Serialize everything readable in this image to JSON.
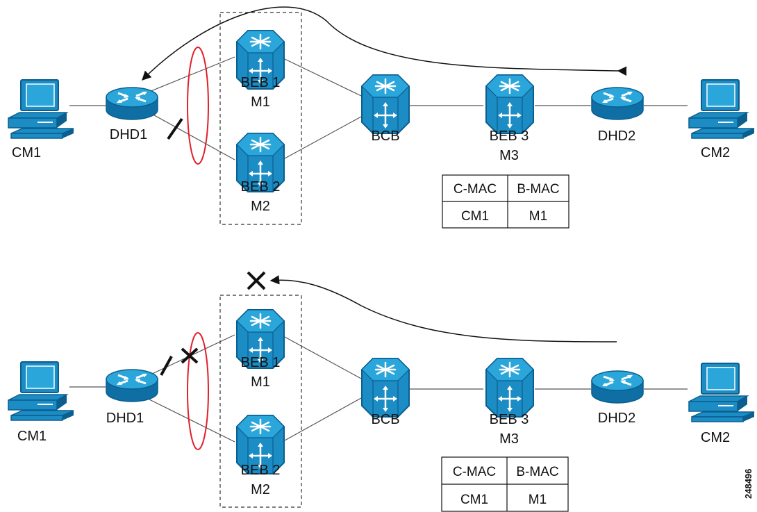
{
  "diagram": {
    "figure_id": "248496",
    "panels": [
      {
        "id": "top",
        "labels": {
          "cm1": "CM1",
          "dhd1": "DHD1",
          "beb1_name": "BEB 1",
          "beb1_mac": "M1",
          "beb2_name": "BEB 2",
          "beb2_mac": "M2",
          "bcb": "BCB",
          "beb3_name": "BEB 3",
          "beb3_mac": "M3",
          "dhd2": "DHD2",
          "cm2": "CM2"
        },
        "table": {
          "headers": [
            "C-MAC",
            "B-MAC"
          ],
          "row": [
            "CM1",
            "M1"
          ]
        }
      },
      {
        "id": "bottom",
        "labels": {
          "cm1": "CM1",
          "dhd1": "DHD1",
          "beb1_name": "BEB 1",
          "beb1_mac": "M1",
          "beb2_name": "BEB 2",
          "beb2_mac": "M2",
          "bcb": "BCB",
          "beb3_name": "BEB 3",
          "beb3_mac": "M3",
          "dhd2": "DHD2",
          "cm2": "CM2"
        },
        "table": {
          "headers": [
            "C-MAC",
            "B-MAC"
          ],
          "row": [
            "CM1",
            "M1"
          ]
        }
      }
    ],
    "colors": {
      "device_blue": "#1b8cc4",
      "device_dark": "#0b5e8e",
      "lag_ellipse": "#e0202a",
      "line": "#555555"
    }
  }
}
